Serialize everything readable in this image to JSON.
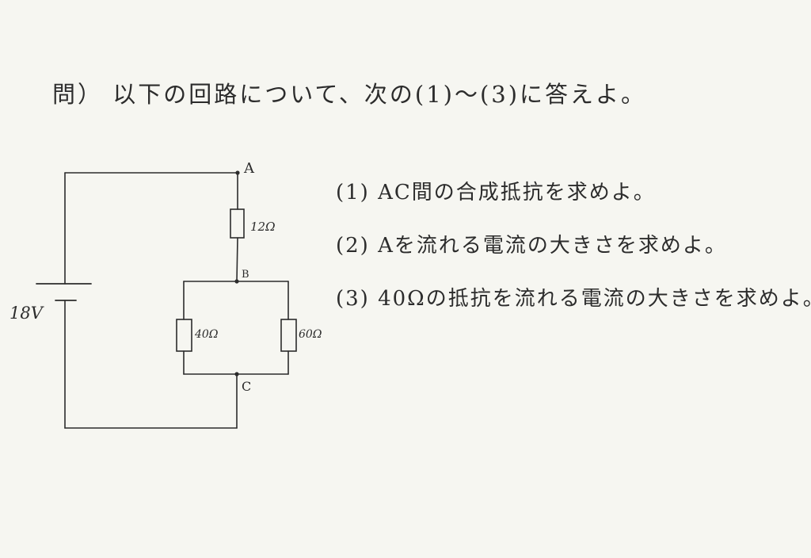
{
  "problem": {
    "title": "問） 以下の回路について、次の(1)～(3)に答えよ。",
    "questions": [
      "(1)  AC間の合成抵抗を求めよ。",
      "(2)  Aを流れる電流の大きさを求めよ。",
      "(3)  40Ωの抵抗を流れる電流の大きさを求めよ。"
    ]
  },
  "circuit": {
    "battery_label": "18V",
    "nodes": {
      "a": "A",
      "b": "B",
      "c": "C"
    },
    "resistors": {
      "r1": "12Ω",
      "r2": "40Ω",
      "r3": "60Ω"
    }
  },
  "colors": {
    "ink": "#2c2c2c",
    "paper": "#f6f6f1",
    "rule": "#d6d6d0"
  }
}
